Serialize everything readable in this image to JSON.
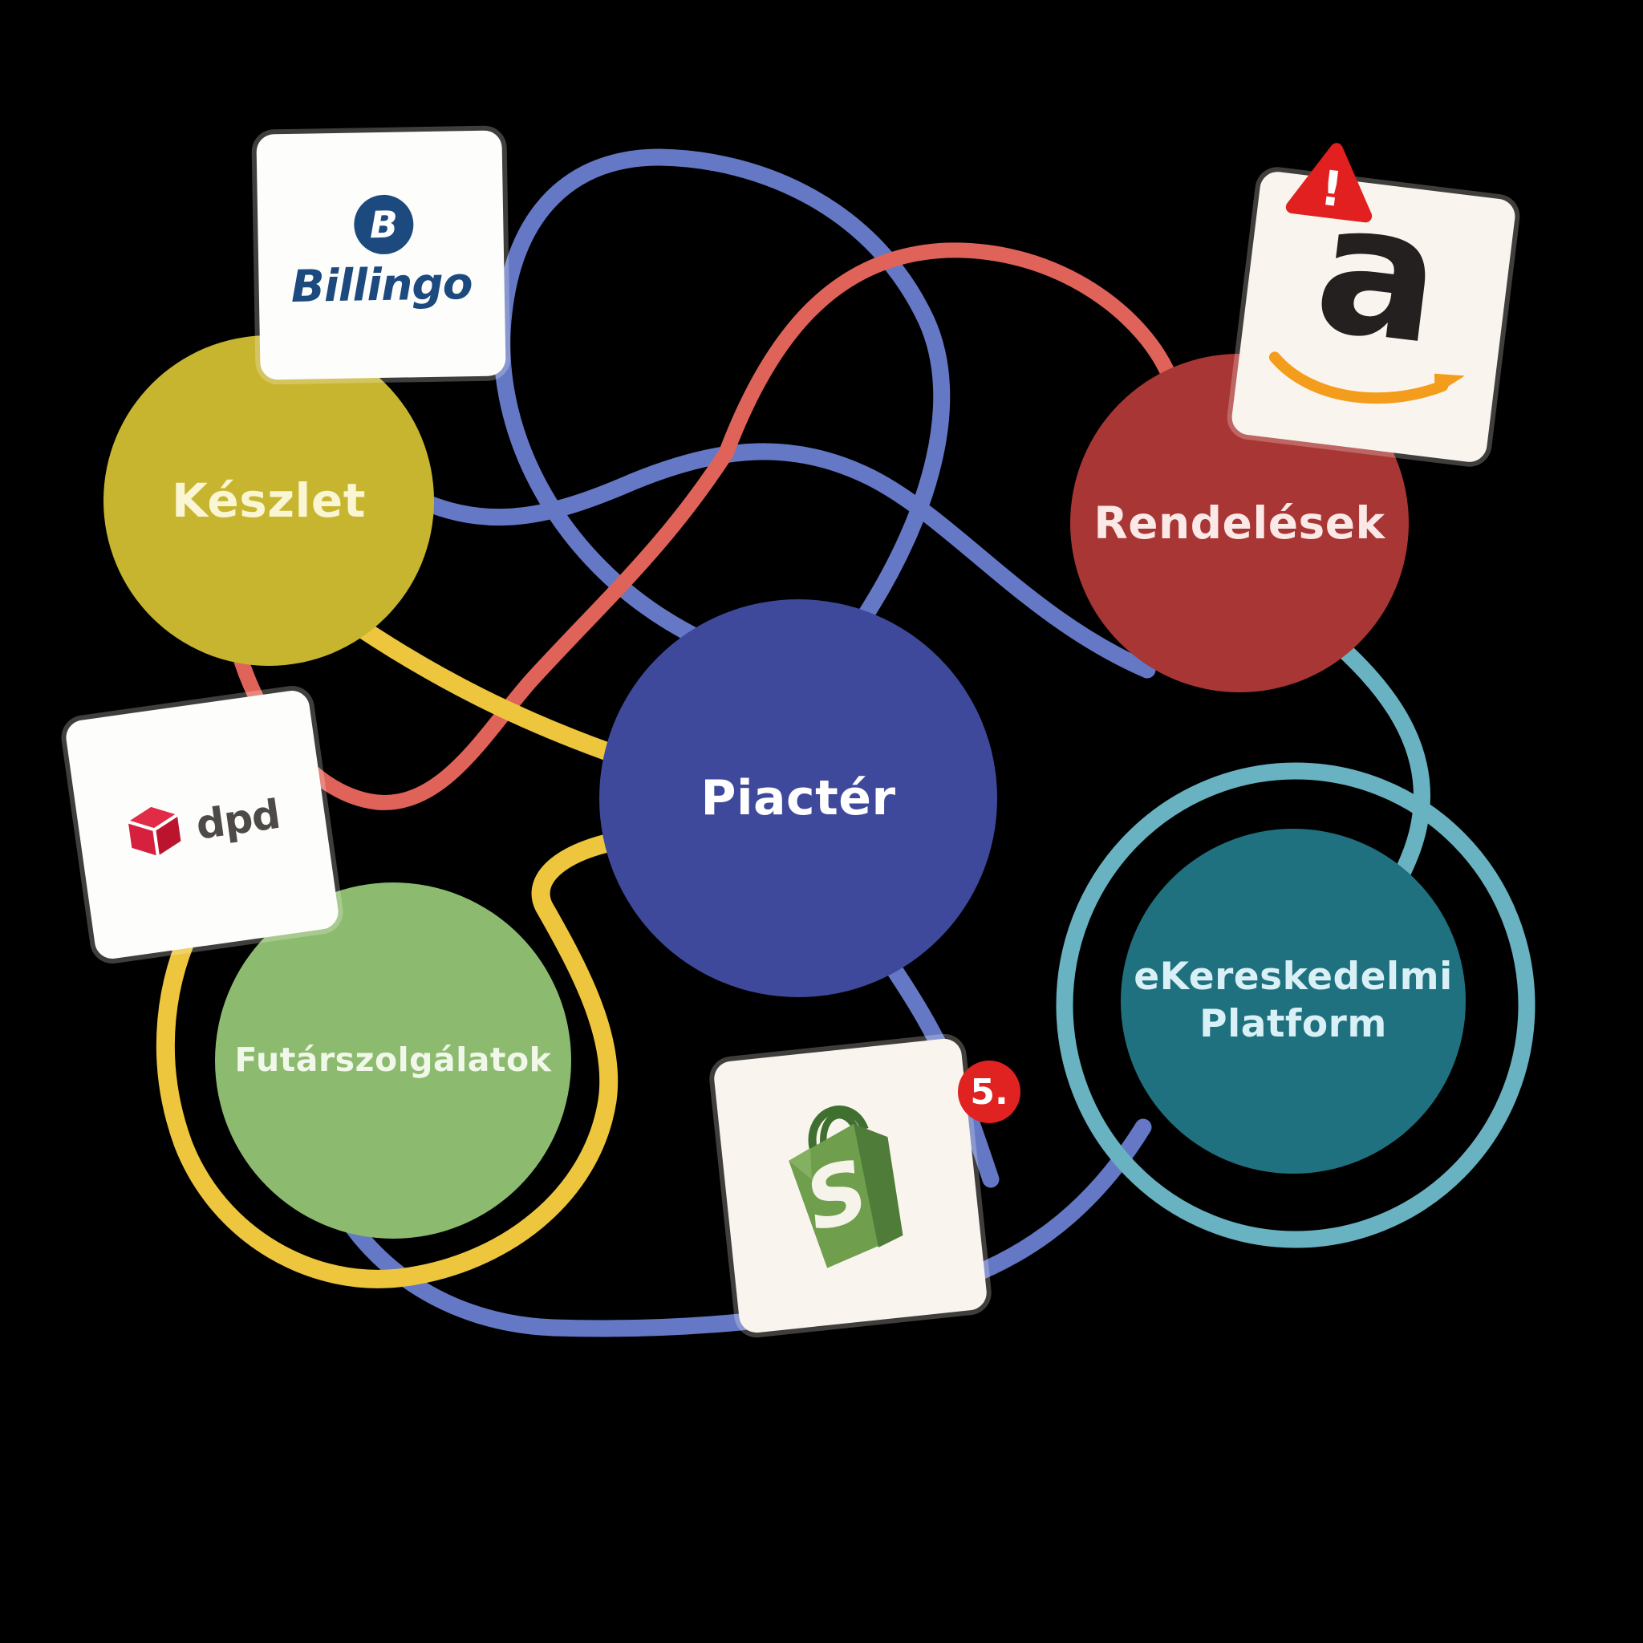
{
  "diagram": {
    "background": "#000000",
    "nodes": {
      "keszlet": {
        "label": "Készlet",
        "fill": "#c7b52f",
        "text_color": "#faf5d2"
      },
      "rendelesek": {
        "label": "Rendelések",
        "fill": "#a83634",
        "text_color": "#fbe9e7"
      },
      "piacter": {
        "label": "Piactér",
        "fill": "#3f499c",
        "text_color": "#ffffff"
      },
      "futarszolgalatok": {
        "label": "Futárszolgálatok",
        "fill": "#8cbb70",
        "text_color": "#f2f8e9"
      },
      "platform": {
        "label_line1": "eKereskedelmi",
        "label_line2": "Platform",
        "fill": "#20717f",
        "text_color": "#d9f1f6",
        "ring_color": "#68b2c1"
      }
    },
    "cards": {
      "billingo": {
        "brand": "Billingo",
        "monogram": "B",
        "brand_color": "#1c4a7e"
      },
      "dpd": {
        "brand": "dpd",
        "cube_color": "#d5213e",
        "text_color": "#4d4a47"
      },
      "amazon": {
        "monogram": "a",
        "alert_glyph": "!",
        "letter_color": "#24201f",
        "swoosh_color": "#f49c1c",
        "alert_color": "#e2201f"
      },
      "shopify": {
        "monogram": "S",
        "badge_count": "5.",
        "badge_color": "#e02220",
        "bag_color": "#6f9e4d"
      }
    },
    "links": {
      "blue": "#6478c6",
      "red": "#e0635a",
      "yellow": "#eec63e",
      "teal": "#68b2c1"
    }
  }
}
